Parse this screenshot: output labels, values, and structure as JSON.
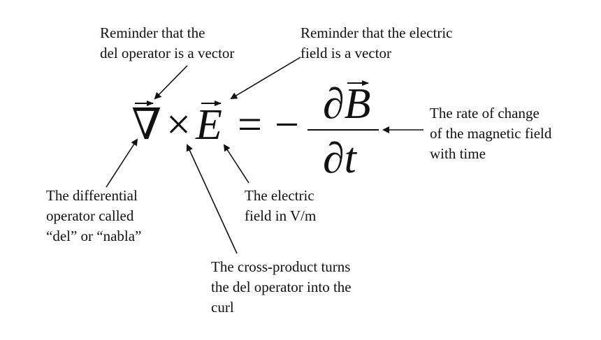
{
  "annotations": {
    "del_vector": "Reminder that the\ndel operator is a vector",
    "e_vector": "Reminder that the electric\nfield is a vector",
    "rate_of_change": "The rate of change\nof the magnetic field\nwith time",
    "differential": "The differential\noperator called\n“del” or “nabla”",
    "electric_field": "The electric\nfield in V/m",
    "cross_product": "The cross-product turns\nthe del operator into the\ncurl"
  },
  "equation": {
    "nabla": "∇",
    "times": "×",
    "e": "E",
    "equals": "=",
    "minus": "−",
    "partial_b": "∂B",
    "partial_t": "∂t"
  }
}
